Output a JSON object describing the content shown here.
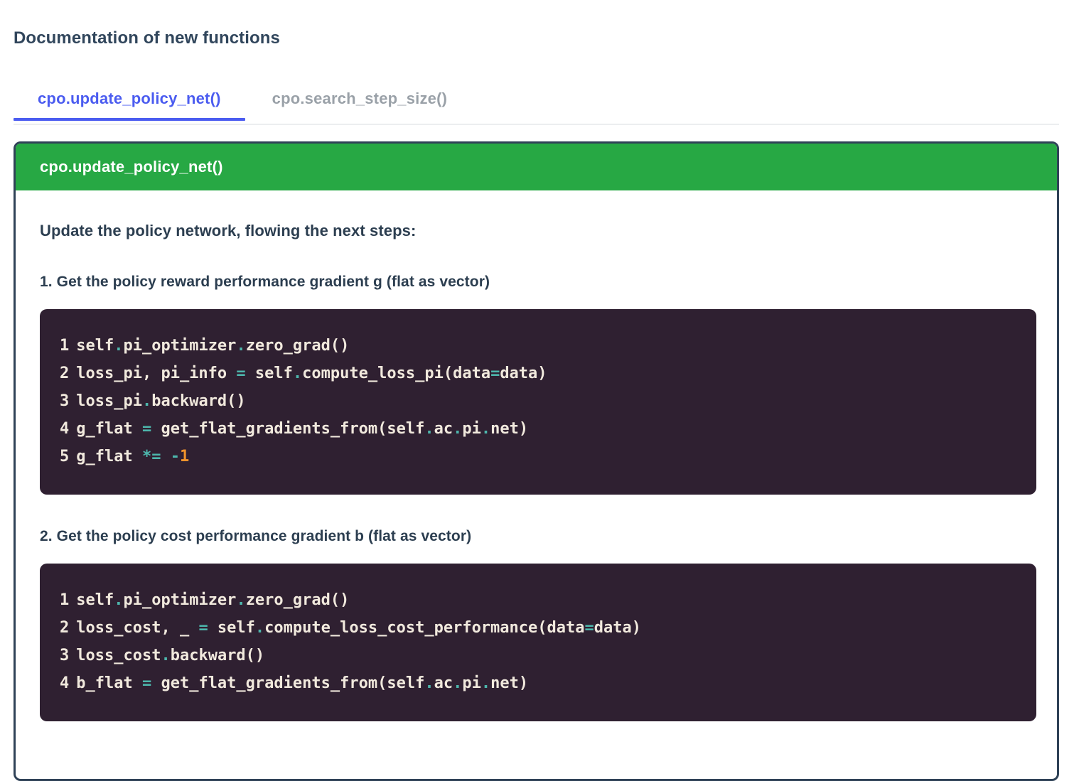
{
  "page": {
    "title": "Documentation of new functions"
  },
  "tabs": [
    {
      "label": "cpo.update_policy_net()",
      "active": true
    },
    {
      "label": "cpo.search_step_size()",
      "active": false
    }
  ],
  "card": {
    "header_title": "cpo.update_policy_net()",
    "header_color": "#27a844",
    "border_color": "#2f4257",
    "lead": "Update the policy network, flowing the next steps:",
    "sections": [
      {
        "heading": "1. Get the policy reward performance gradient g (flat as vector)",
        "code": {
          "background": "#2f2031",
          "text_color": "#f1e9dd",
          "operator_color": "#4db6ac",
          "number_color": "#f0932b",
          "lines": [
            {
              "n": "1",
              "tokens": [
                {
                  "t": "self",
                  "c": "plain"
                },
                {
                  "t": ".",
                  "c": "op"
                },
                {
                  "t": "pi_optimizer",
                  "c": "plain"
                },
                {
                  "t": ".",
                  "c": "op"
                },
                {
                  "t": "zero_grad()",
                  "c": "plain"
                }
              ]
            },
            {
              "n": "2",
              "tokens": [
                {
                  "t": "loss_pi, pi_info ",
                  "c": "plain"
                },
                {
                  "t": "=",
                  "c": "op"
                },
                {
                  "t": " self",
                  "c": "plain"
                },
                {
                  "t": ".",
                  "c": "op"
                },
                {
                  "t": "compute_loss_pi(data",
                  "c": "plain"
                },
                {
                  "t": "=",
                  "c": "op"
                },
                {
                  "t": "data)",
                  "c": "plain"
                }
              ]
            },
            {
              "n": "3",
              "tokens": [
                {
                  "t": "loss_pi",
                  "c": "plain"
                },
                {
                  "t": ".",
                  "c": "op"
                },
                {
                  "t": "backward()",
                  "c": "plain"
                }
              ]
            },
            {
              "n": "4",
              "tokens": [
                {
                  "t": "g_flat ",
                  "c": "plain"
                },
                {
                  "t": "=",
                  "c": "op"
                },
                {
                  "t": " get_flat_gradients_from(self",
                  "c": "plain"
                },
                {
                  "t": ".",
                  "c": "op"
                },
                {
                  "t": "ac",
                  "c": "plain"
                },
                {
                  "t": ".",
                  "c": "op"
                },
                {
                  "t": "pi",
                  "c": "plain"
                },
                {
                  "t": ".",
                  "c": "op"
                },
                {
                  "t": "net)",
                  "c": "plain"
                }
              ]
            },
            {
              "n": "5",
              "tokens": [
                {
                  "t": "g_flat ",
                  "c": "plain"
                },
                {
                  "t": "*=",
                  "c": "op"
                },
                {
                  "t": " ",
                  "c": "plain"
                },
                {
                  "t": "-",
                  "c": "op"
                },
                {
                  "t": "1",
                  "c": "num"
                }
              ]
            }
          ]
        }
      },
      {
        "heading": "2. Get the policy cost performance gradient b (flat as vector)",
        "code": {
          "background": "#2f2031",
          "text_color": "#f1e9dd",
          "operator_color": "#4db6ac",
          "number_color": "#f0932b",
          "lines": [
            {
              "n": "1",
              "tokens": [
                {
                  "t": "self",
                  "c": "plain"
                },
                {
                  "t": ".",
                  "c": "op"
                },
                {
                  "t": "pi_optimizer",
                  "c": "plain"
                },
                {
                  "t": ".",
                  "c": "op"
                },
                {
                  "t": "zero_grad()",
                  "c": "plain"
                }
              ]
            },
            {
              "n": "2",
              "tokens": [
                {
                  "t": "loss_cost, _ ",
                  "c": "plain"
                },
                {
                  "t": "=",
                  "c": "op"
                },
                {
                  "t": " self",
                  "c": "plain"
                },
                {
                  "t": ".",
                  "c": "op"
                },
                {
                  "t": "compute_loss_cost_performance(data",
                  "c": "plain"
                },
                {
                  "t": "=",
                  "c": "op"
                },
                {
                  "t": "data)",
                  "c": "plain"
                }
              ]
            },
            {
              "n": "3",
              "tokens": [
                {
                  "t": "loss_cost",
                  "c": "plain"
                },
                {
                  "t": ".",
                  "c": "op"
                },
                {
                  "t": "backward()",
                  "c": "plain"
                }
              ]
            },
            {
              "n": "4",
              "tokens": [
                {
                  "t": "b_flat ",
                  "c": "plain"
                },
                {
                  "t": "=",
                  "c": "op"
                },
                {
                  "t": " get_flat_gradients_from(self",
                  "c": "plain"
                },
                {
                  "t": ".",
                  "c": "op"
                },
                {
                  "t": "ac",
                  "c": "plain"
                },
                {
                  "t": ".",
                  "c": "op"
                },
                {
                  "t": "pi",
                  "c": "plain"
                },
                {
                  "t": ".",
                  "c": "op"
                },
                {
                  "t": "net)",
                  "c": "plain"
                }
              ]
            }
          ]
        }
      }
    ]
  }
}
